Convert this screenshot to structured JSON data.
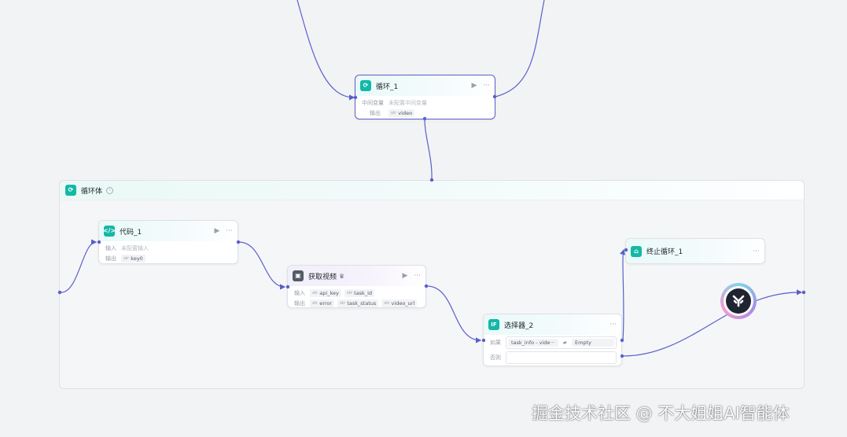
{
  "canvas": {
    "background": "#f2f3f5",
    "edge_color": "#5b5fc7",
    "accent_teal": "#14b8a6"
  },
  "loop_node": {
    "icon": "loop-icon",
    "title": "循环_1",
    "row1_label": "中间变量",
    "row1_value": "未配置中间变量",
    "row2_label": "输出",
    "output_type": "str",
    "output_name": "video",
    "run_icon": "▶",
    "more_icon": "···"
  },
  "loop_body": {
    "icon": "loop-icon",
    "title": "循环体",
    "info_icon": "i"
  },
  "code_node": {
    "icon": "code-icon",
    "title": "代码_1",
    "input_label": "输入",
    "input_value": "未配置输入",
    "output_label": "输出",
    "output_type": "str",
    "output_name": "key0",
    "run_icon": "▶",
    "more_icon": "···"
  },
  "video_node": {
    "icon": "plugin-icon",
    "title": "获取视频",
    "badge_icon": "♛",
    "input_label": "输入",
    "inputs": [
      {
        "type": "str",
        "name": "api_key"
      },
      {
        "type": "str",
        "name": "task_id"
      }
    ],
    "output_label": "输出",
    "outputs": [
      {
        "type": "str",
        "name": "error"
      },
      {
        "type": "str",
        "name": "task_status"
      },
      {
        "type": "str",
        "name": "video_url"
      }
    ],
    "run_icon": "▶",
    "more_icon": "···"
  },
  "selector_node": {
    "icon": "if-icon",
    "icon_text": "IF",
    "title": "选择器_2",
    "if_label": "如果",
    "cond_left": "task_info - vide···",
    "cond_op": "≠",
    "cond_right": "Empty",
    "else_label": "否则",
    "more_icon": "···"
  },
  "stop_node": {
    "icon": "stop-loop-icon",
    "title": "终止循环_1",
    "more_icon": "···"
  },
  "watermark": "掘金技术社区 @ 不大姐姐AI智能体"
}
